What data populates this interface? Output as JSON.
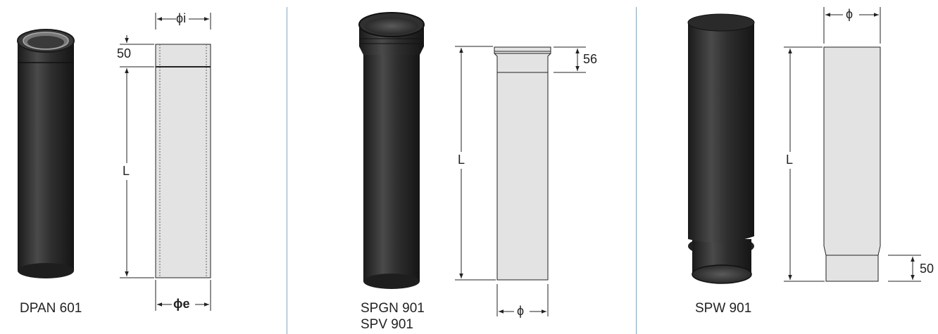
{
  "colors": {
    "pipe_dark": "#2b2b2b",
    "drawing_fill": "#e3e3e3",
    "divider": "#7fa8c4",
    "line": "#222222"
  },
  "products": [
    {
      "id": "dpan",
      "model_lines": [
        "DPAN 601"
      ],
      "dims": {
        "top_width": "ϕi",
        "socket": "50",
        "length": "L",
        "bottom_width": "ϕe"
      }
    },
    {
      "id": "spgn",
      "model_lines": [
        "SPGN 901",
        "SPV 901"
      ],
      "dims": {
        "socket": "56",
        "length": "L",
        "bottom_width": "ϕ"
      }
    },
    {
      "id": "spw",
      "model_lines": [
        "SPW 901"
      ],
      "dims": {
        "top_width": "ϕ",
        "length": "L",
        "spigot": "50"
      }
    }
  ]
}
